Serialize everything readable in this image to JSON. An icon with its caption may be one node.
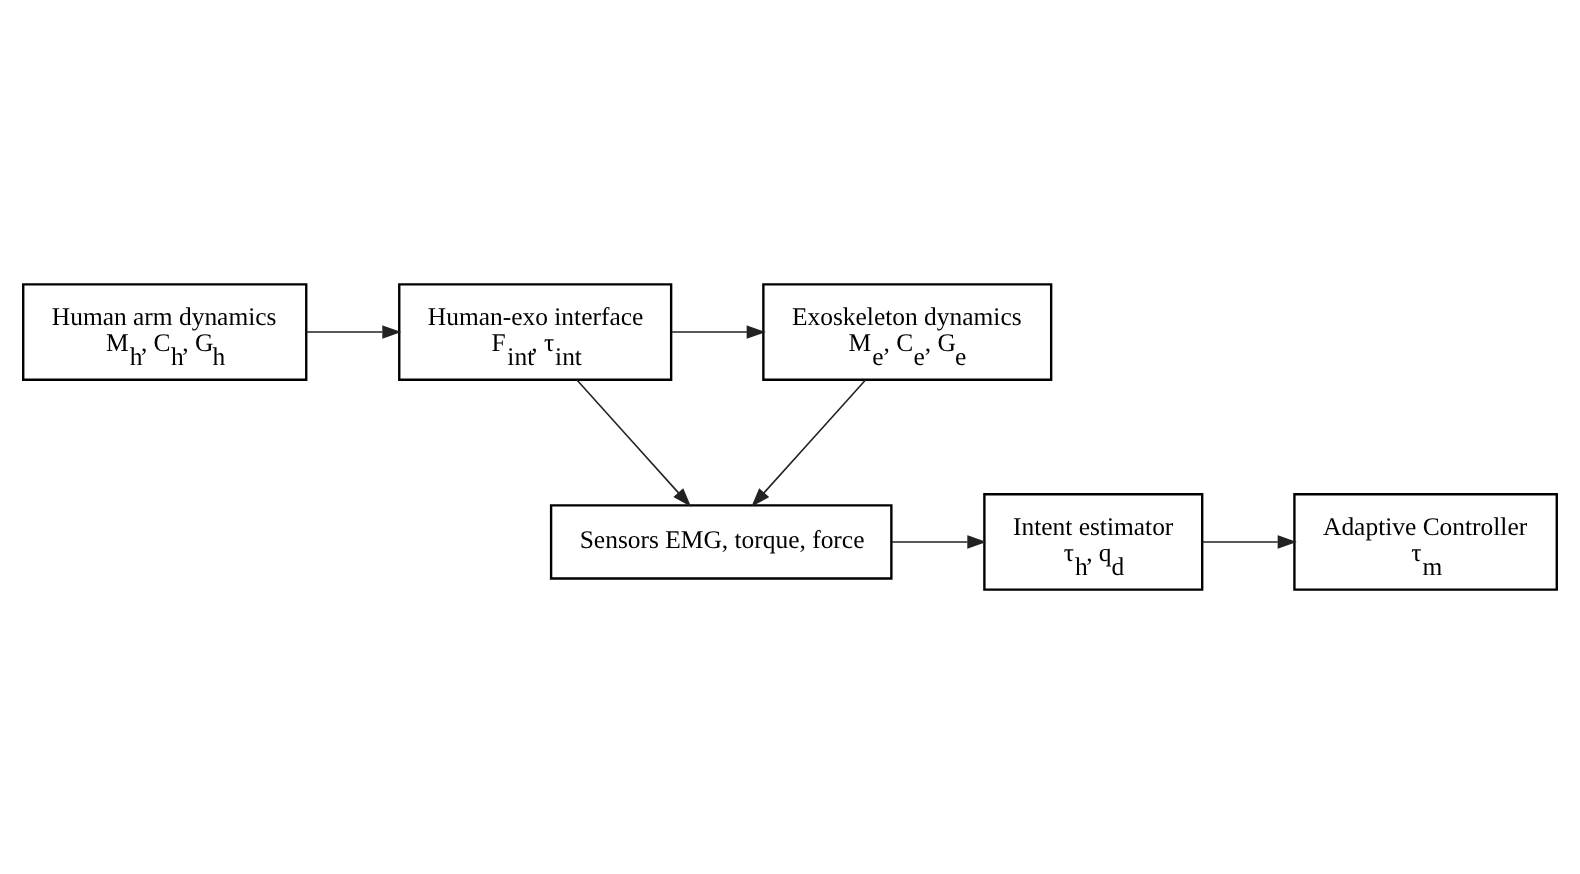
{
  "diagram": {
    "nodes": [
      {
        "text": [
          "Human arm dynamics",
          "M$_{h}$, C$_{h}$, G$_{h}$"
        ]
      },
      {
        "text": [
          "Human-exo interface",
          "F$_{int}$, τ$_{int}$"
        ]
      },
      {
        "text": [
          "Exoskeleton dynamics",
          "M$_{e}$, C$_{e}$, G$_{e}$"
        ]
      },
      {
        "text": [
          "Sensors EMG, torque, force"
        ]
      },
      {
        "text": [
          "Intent estimator",
          "τ$_{h}$, q$_{d}$"
        ]
      },
      {
        "text": [
          "Adaptive Controller",
          "τ$_{m}$"
        ]
      }
    ],
    "edges": [
      {
        "from": 0,
        "to": 1,
        "arrow": "to"
      },
      {
        "from": 1,
        "to": 2,
        "arrow": "to"
      },
      {
        "from": 1,
        "to": 3,
        "arrow": "to"
      },
      {
        "from": 2,
        "to": 3,
        "arrow": "to"
      },
      {
        "from": 3,
        "to": 4,
        "arrow": "to"
      },
      {
        "from": 4,
        "to": 5,
        "arrow": "to"
      }
    ]
  }
}
